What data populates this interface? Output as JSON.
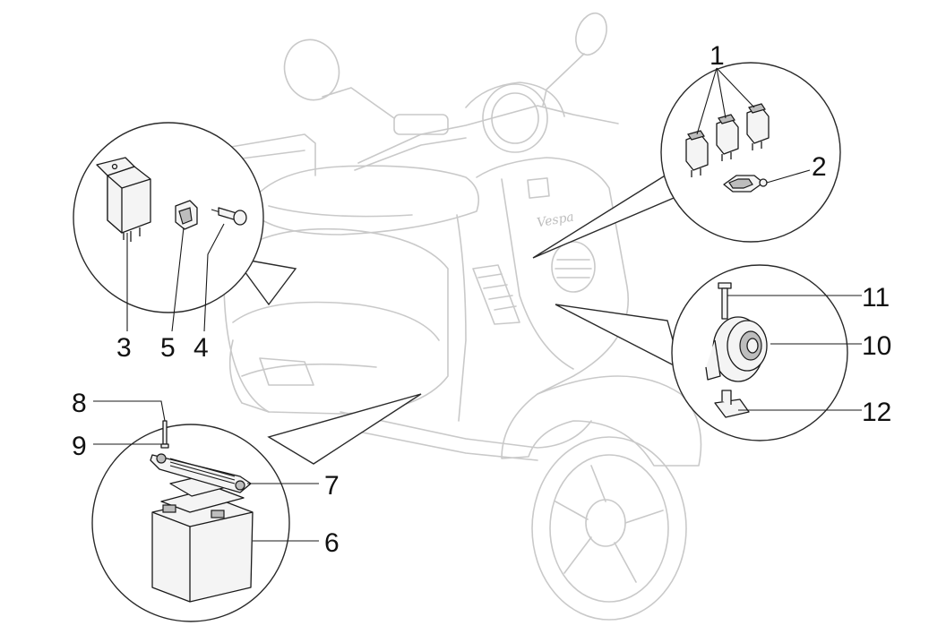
{
  "brand_script": "Vespa",
  "callouts": [
    {
      "id": "1",
      "label": "1"
    },
    {
      "id": "2",
      "label": "2"
    },
    {
      "id": "3",
      "label": "3"
    },
    {
      "id": "4",
      "label": "4"
    },
    {
      "id": "5",
      "label": "5"
    },
    {
      "id": "6",
      "label": "6"
    },
    {
      "id": "7",
      "label": "7"
    },
    {
      "id": "8",
      "label": "8"
    },
    {
      "id": "9",
      "label": "9"
    },
    {
      "id": "10",
      "label": "10"
    },
    {
      "id": "11",
      "label": "11"
    },
    {
      "id": "12",
      "label": "12"
    }
  ],
  "colors": {
    "background": "#ffffff",
    "scooter_outline": "#c9c9c9",
    "line_art": "#1a1a1a"
  }
}
